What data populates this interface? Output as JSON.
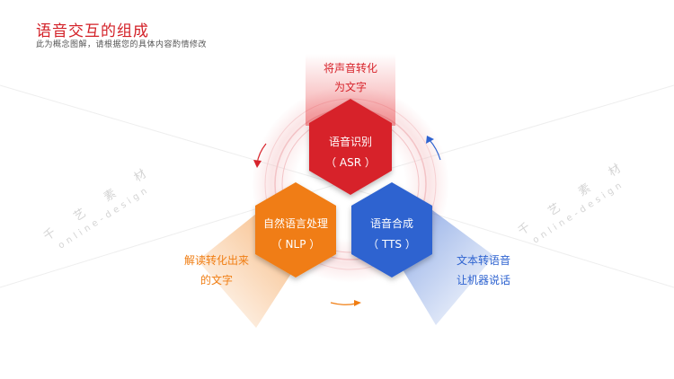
{
  "header": {
    "title": "语音交互的组成",
    "subtitle": "此为概念图解，请根据您的具体内容酌情修改"
  },
  "nodes": [
    {
      "name": "语音识别",
      "abbr": "（ ASR ）",
      "color": "#d7232b"
    },
    {
      "name": "自然语言处理",
      "abbr": "（ NLP ）",
      "color": "#f07d12"
    },
    {
      "name": "语音合成",
      "abbr": "（ TTS ）",
      "color": "#2e63d0"
    }
  ],
  "descriptions": {
    "asr": [
      "将声音转化",
      "为文字"
    ],
    "nlp": [
      "解读转化出来",
      "的文字"
    ],
    "tts": [
      "文本转语音",
      "让机器说话"
    ]
  },
  "watermark": {
    "left": [
      "千",
      "艺",
      "素",
      "材"
    ],
    "left_sub": "online-design",
    "right": [
      "千",
      "艺",
      "素",
      "材"
    ],
    "right_sub": "online-design"
  }
}
